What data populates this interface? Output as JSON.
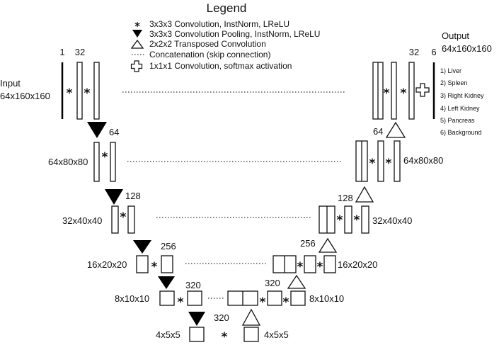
{
  "legend": {
    "title": "Legend",
    "items": [
      {
        "symbol": "*",
        "text": "3x3x3 Convolution, InstNorm, LReLU"
      },
      {
        "symbol": "filled-triangle",
        "text": "3x3x3 Convolution Pooling, InstNorm, LReLU"
      },
      {
        "symbol": "open-triangle",
        "text": "2x2x2 Transposed Convolution"
      },
      {
        "symbol": "dotted-line",
        "text": "Concatenation (skip connection)"
      },
      {
        "symbol": "plus",
        "text": "1x1x1 Convolution, softmax activation"
      }
    ]
  },
  "input": {
    "label": "Input",
    "size": "64x160x160",
    "channels": "1",
    "features": "32"
  },
  "output": {
    "label": "Output",
    "size": "64x160x160",
    "channels_in": "32",
    "channels_out": "6",
    "classes": [
      "1) Liver",
      "2) Spleen",
      "3) Right Kidney",
      "4) Left Kidney",
      "5) Pancreas",
      "6) Background"
    ]
  },
  "encoder": {
    "level2": {
      "channels": "64",
      "size": "64x80x80"
    },
    "level3": {
      "channels": "128",
      "size": "32x40x40"
    },
    "level4": {
      "channels": "256",
      "size": "16x20x20"
    },
    "level5": {
      "channels": "320",
      "size": "8x10x10"
    }
  },
  "bottleneck": {
    "channels": "320",
    "size_left": "4x5x5",
    "size_right": "4x5x5"
  },
  "decoder": {
    "level5": {
      "channels": "320",
      "size": "8x10x10"
    },
    "level4": {
      "channels": "256",
      "size": "16x20x20"
    },
    "level3": {
      "channels": "128",
      "size": "32x40x40"
    },
    "level2": {
      "channels": "64",
      "size": "64x80x80"
    }
  },
  "conv_symbol": "*"
}
